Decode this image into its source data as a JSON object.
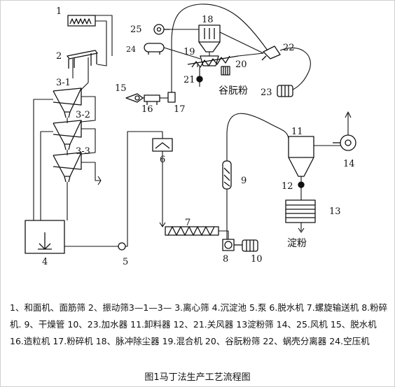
{
  "diagram": {
    "labels": {
      "n1": "1",
      "n2": "2",
      "n3_1": "3-1",
      "n3_2": "3-2",
      "n3_3": "3-3",
      "n4": "4",
      "n5": "5",
      "n6": "6",
      "n7": "7",
      "n8": "8",
      "n9": "9",
      "n10": "10",
      "n11": "11",
      "n12": "12",
      "n13": "13",
      "n14": "14",
      "n15": "15",
      "n16": "16",
      "n17": "17",
      "n18": "18",
      "n19": "19",
      "n20": "20",
      "n21": "21",
      "n22": "22",
      "n23": "23",
      "n24": "24",
      "n25": "25"
    },
    "products": {
      "gluten_powder": "谷朊粉",
      "starch_powder": "淀粉"
    }
  },
  "legend": {
    "text": "1、和面机、面筋筛 2、振动筛3—1—3— 3.离心筛 4.沉淀池 5.泵 6.脱水机 7.螺旋输送机 8.粉碎机. 9、干燥管 10、23.加水器 11.卸料器 12、21.关风器 13淀粉筛 14、25.风机 15、脱水机 16.造粒机 17.粉碎机 18、脉冲除尘器 19.混合机 20、谷朊粉筛 22、蜗壳分离器 24.空压机"
  },
  "caption": "图1马丁法生产工艺流程图"
}
